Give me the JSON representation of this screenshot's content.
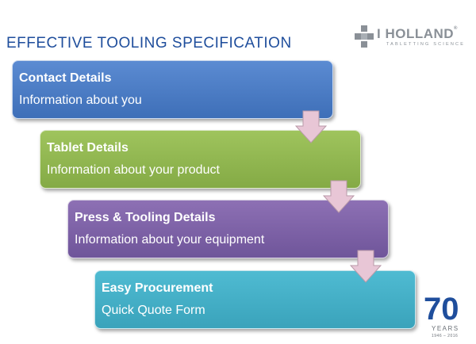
{
  "title": "EFFECTIVE TOOLING SPECIFICATION",
  "logo": {
    "wordmark": "I HOLLAND",
    "registered": "®",
    "tagline": "TABLETTING SCIENCE",
    "icon": "holland-cross-icon"
  },
  "steps": [
    {
      "heading": "Contact Details",
      "description": "Information about you",
      "color": "#4a7cc4"
    },
    {
      "heading": "Tablet Details",
      "description": "Information about your product",
      "color": "#92b94f"
    },
    {
      "heading": "Press & Tooling Details",
      "description": "Information about your equipment",
      "color": "#7e62a8"
    },
    {
      "heading": "Easy Procurement",
      "description": "Quick Quote Form",
      "color": "#44afc7"
    }
  ],
  "anniversary_badge": {
    "number": "70",
    "label": "YEARS",
    "span": "1946 – 2016"
  },
  "colors": {
    "title": "#1f4e9c",
    "arrow_fill": "#e8c6d6",
    "arrow_stroke": "#b89aa8",
    "logo_grey": "#8a9097"
  }
}
